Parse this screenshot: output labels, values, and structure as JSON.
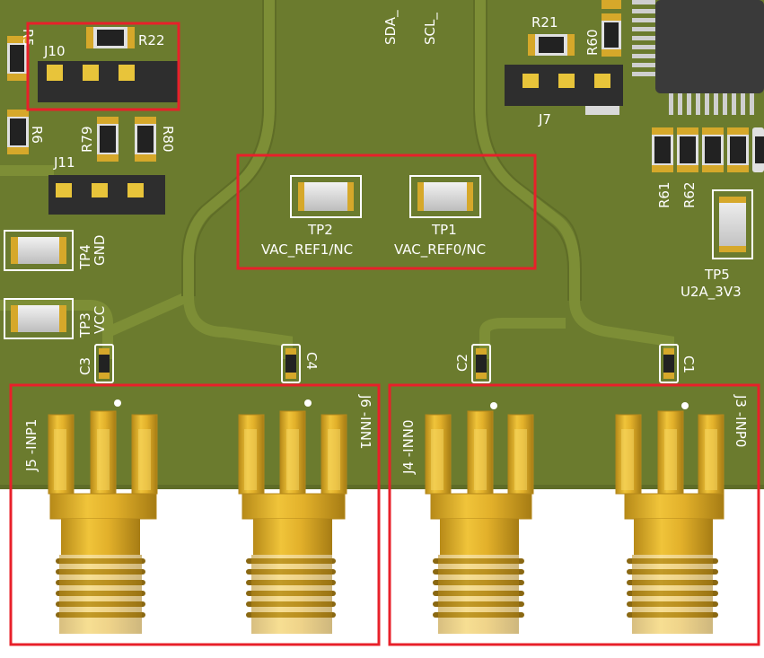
{
  "colors": {
    "board": "#6b7b2e",
    "trace": "#7a8a35",
    "gold": "#e8b62a",
    "gold_dark": "#b4871a",
    "highlight": "#e8202a",
    "silkscreen": "#ffffff",
    "body_black": "#2e2e2e"
  },
  "labels": {
    "r5": "R5",
    "j10": "J10",
    "r22": "R22",
    "sda": "SDA_",
    "scl": "SCL_",
    "r21": "R21",
    "r60": "R60",
    "j7": "J7",
    "r6": "R6",
    "r79": "R79",
    "r80": "R80",
    "j11": "J11",
    "tp2": "TP2",
    "tp2_net": "VAC_REF1/NC",
    "tp1": "TP1",
    "tp1_net": "VAC_REF0/NC",
    "r61": "R61",
    "r62": "R62",
    "tp5": "TP5",
    "tp5_net": "U2A_3V3",
    "tp4": "TP4",
    "tp4_net": "GND",
    "tp3": "TP3",
    "tp3_net": "VCC",
    "c3": "C3",
    "c4": "C4",
    "c2": "C2",
    "c1": "C1",
    "j5": "J5 -INP1",
    "j6": "J6 -INN1",
    "j4": "J4 -INN0",
    "j3": "J3 -INP0"
  }
}
